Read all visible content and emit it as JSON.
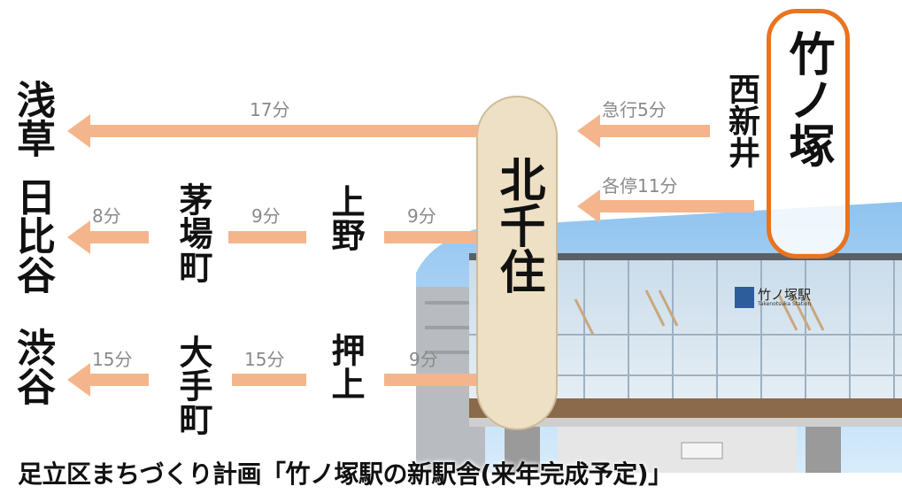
{
  "destinations": {
    "asakusa": "浅草",
    "hibiya": "日比谷",
    "shibuya": "渋谷"
  },
  "stations": {
    "takenotsuka": "竹ノ塚",
    "nishiarai": "西新井",
    "kitasenju": "北千住",
    "kayabacho": "茅場町",
    "ueno": "上野",
    "otemachi": "大手町",
    "oshiage": "押上"
  },
  "times": {
    "to_asakusa": "17分",
    "express": "急行5分",
    "local": "各停11分",
    "to_hibiya": "8分",
    "kayabacho_ueno": "9分",
    "ueno_kitasenju": "9分",
    "to_shibuya": "15分",
    "otemachi_oshiage": "15分",
    "oshiage_kitasenju": "9分"
  },
  "sign": {
    "name": "竹ノ塚駅",
    "romaji": "Takenotsuka Station"
  },
  "caption": "足立区まちづくり計画「竹ノ塚駅の新駅舎(来年完成予定)」",
  "colors": {
    "arrow": "#f4b58c",
    "highlight": "#e8741f",
    "pill": "#eee0c4"
  }
}
